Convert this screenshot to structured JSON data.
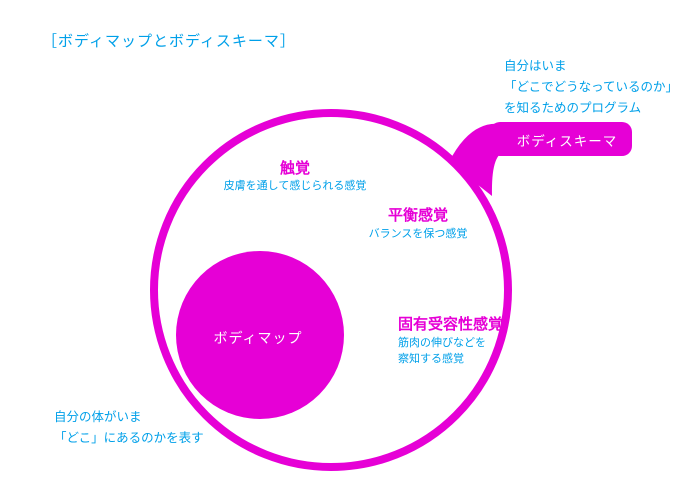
{
  "title": "［ボディマップとボディスキーマ］",
  "body_schema": {
    "label": "ボディスキーマ",
    "note_lines": [
      "自分はいま",
      "「どこでどうなっているのか」",
      "を知るためのプログラム"
    ]
  },
  "body_map": {
    "label": "ボディマップ",
    "note_lines": [
      "自分の体がいま",
      "「どこ」にあるのかを表す"
    ]
  },
  "senses": [
    {
      "title": "触覚",
      "desc_lines": [
        "皮膚を通して感じられる感覚"
      ]
    },
    {
      "title": "平衡感覚",
      "desc_lines": [
        "バランスを保つ感覚"
      ]
    },
    {
      "title": "固有受容性感覚",
      "desc_lines": [
        "筋肉の伸びなどを",
        "察知する感覚"
      ]
    }
  ],
  "colors": {
    "magenta": "#e600d6",
    "cyan": "#00a0e9"
  }
}
